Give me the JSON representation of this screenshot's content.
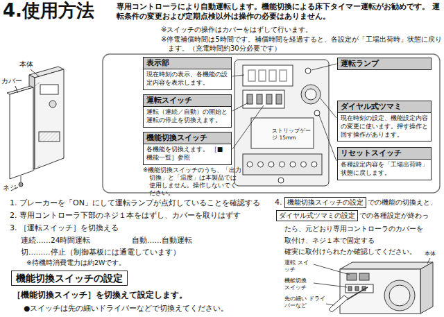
{
  "diagram": {
    "title": "4.使用方法",
    "nodes": [
      {
        "text": [
          "表示部",
          "現在時刻の表示、各機能の設定内容を表示します。"
        ]
      },
      {
        "text": [
          "運転スイッチ",
          "運転（連続／自動）の開始と運転の停止を切換えます。"
        ]
      },
      {
        "text": [
          "機能切換スイッチ",
          "各機能を切換えます。 ［■機能一覧］参照"
        ]
      },
      {
        "text": [
          "運転ランプ"
        ]
      },
      {
        "text": [
          "ダイヤル式ツマミ",
          "現在時刻の設定、機能設定内容の変更に使います。押す操作と回す操作があります。"
        ]
      },
      {
        "text": [
          "リセットスイッチ",
          "各種設定内容を「工場出荷時」状態に戻します。"
        ]
      },
      {
        "text": [
          "機能切換スイッチの設定"
        ]
      },
      {
        "text": [
          "ダイヤル式ツマミの設定"
        ]
      },
      {
        "text": [
          "機能切換スイッチの設定"
        ]
      }
    ],
    "labels": [
      "専用コントローラにより自動運転します。機能切換による床下タイマー運転がお勧めです。 運転条件の変更および定期点検以外は操作の必要はありません。",
      "※スイッチの操作はカバーをはずして行います。",
      "※停電補償時間は5時間です。補償時間を経過すると、各設定が「工場出荷時」状態に戻ります。（充電時間約30分必要です）",
      "本体",
      "カバー",
      "ネジ",
      "ストリップゲージ 15mm",
      "※機能切換スイッチのうち、「出力切換」と「温度」は本製品では使用しません。操作しないでください。",
      "1. ブレーカーを「ON」にして運転ランプが点灯していることを確認する",
      "2. 専用コントローラ下部のネジ１本をはずし、カバーを取りはずす",
      "3. ［運転スイッチ］を切換える",
      "連続……24時間運転",
      "自動……自動運転",
      "切………停止（制御基板には通電しています）",
      "※待機時消費電力は約2Wです。",
      "4.",
      "での機能の切換えと、",
      "での各種設定が終わっ",
      "たら、元どおり専用コントローラのカバーを",
      "取付け、ネジ１本で固定する",
      "確実に取付けられたか確認してください。",
      "［機能切換スイッチ］を切換えて設定します。",
      "●スイッチは先の細いドライバーなどで切換えてください。",
      "運転 スイッチ",
      "機能切換 スイッチ",
      "先の細い ドライバーなど",
      "本体"
    ]
  }
}
